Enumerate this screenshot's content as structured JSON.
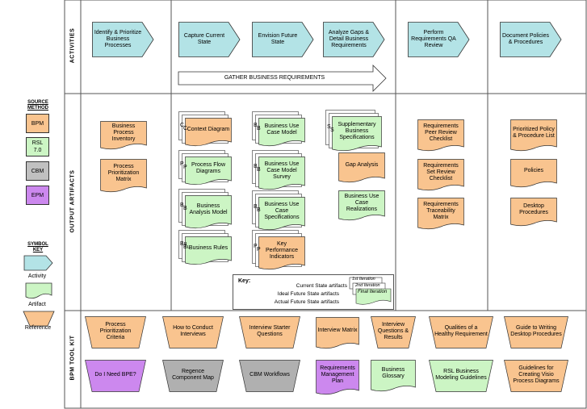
{
  "sections": {
    "activities": "ACTIVITIES",
    "output": "OUTPUT ARTIFACTS",
    "toolkit": "BPM TOOL KIT"
  },
  "legend": {
    "source_title": "SOURCE METHOD",
    "sources": [
      {
        "label": "BPM",
        "color": "#f9c48f"
      },
      {
        "label": "RSL 7.0",
        "color": "#ccf5c4"
      },
      {
        "label": "CBM",
        "color": "#c0c0c0"
      },
      {
        "label": "EPM",
        "color": "#cc88ee"
      }
    ],
    "symbol_title": "SYMBOL KEY",
    "symbols": [
      "Activity",
      "Artifact",
      "Reference"
    ]
  },
  "activities": [
    "Identify & Prioritize Business Processes",
    "Capture Current State",
    "Envision Future State",
    "Analyze Gaps & Detail Business Requirements",
    "Perform Requirements QA Review",
    "Document Policies & Procedures"
  ],
  "gather": "GATHER BUSINESS REQUIREMENTS",
  "artifacts": {
    "col1": [
      "Business Process Inventory",
      "Process Prioritization Matrix"
    ],
    "col2": [
      "Context Diagram",
      "Process Flow Diagrams",
      "Business Analysis Model",
      "Business Rules"
    ],
    "col3": [
      "Business Use Case Model",
      "Business Use Case Model Survey",
      "Business Use Case Specifications",
      "Key Performance Indicators"
    ],
    "col4": [
      "Supplementary Business Specifications",
      "Gap Analysis",
      "Business Use Case Realizations"
    ],
    "col5": [
      "Requirements Peer Review Checklist",
      "Requirements Set Review Checklist",
      "Requirements Traceability Matrix"
    ],
    "col6": [
      "Prioritized Policy & Procedure List",
      "Policies",
      "Desktop Procedures"
    ]
  },
  "stack_letters": {
    "context": "C",
    "process": "P",
    "bam": "B",
    "rules": "Bu",
    "bucm": "B",
    "bucms": "B",
    "bucs": "B",
    "kpi": "P",
    "supp": "S"
  },
  "key": {
    "title": "Key:",
    "rows": [
      "Current State artifacts",
      "Ideal Future State artifacts",
      "Actual Future State artifacts"
    ],
    "iterations": [
      "1st Iteration",
      "2nd Iteration",
      "Final Iteration"
    ]
  },
  "toolkit_row1": [
    "Process Prioritization Criteria",
    "How to Conduct Interviews",
    "Interview Starter Questions",
    "Interview Matrix",
    "Interview Questions & Results",
    "Qualities of a Healthy Requirement",
    "Guide to Writing Desktop Procedures"
  ],
  "toolkit_row2": [
    "Do I Need BPE?",
    "Regence Component Map",
    "CBM Workflows",
    "Requirements Management Plan",
    "Business Glossary",
    "RSL Business Modeling Guidelines",
    "Guidelines for Creating Visio Process Diagrams"
  ],
  "colors": {
    "activity": "#b3e3e6",
    "bpm": "#f9c48f",
    "rsl": "#ccf5c4",
    "cbm": "#b0b0b0",
    "epm": "#cc88ee",
    "white": "#ffffff"
  }
}
